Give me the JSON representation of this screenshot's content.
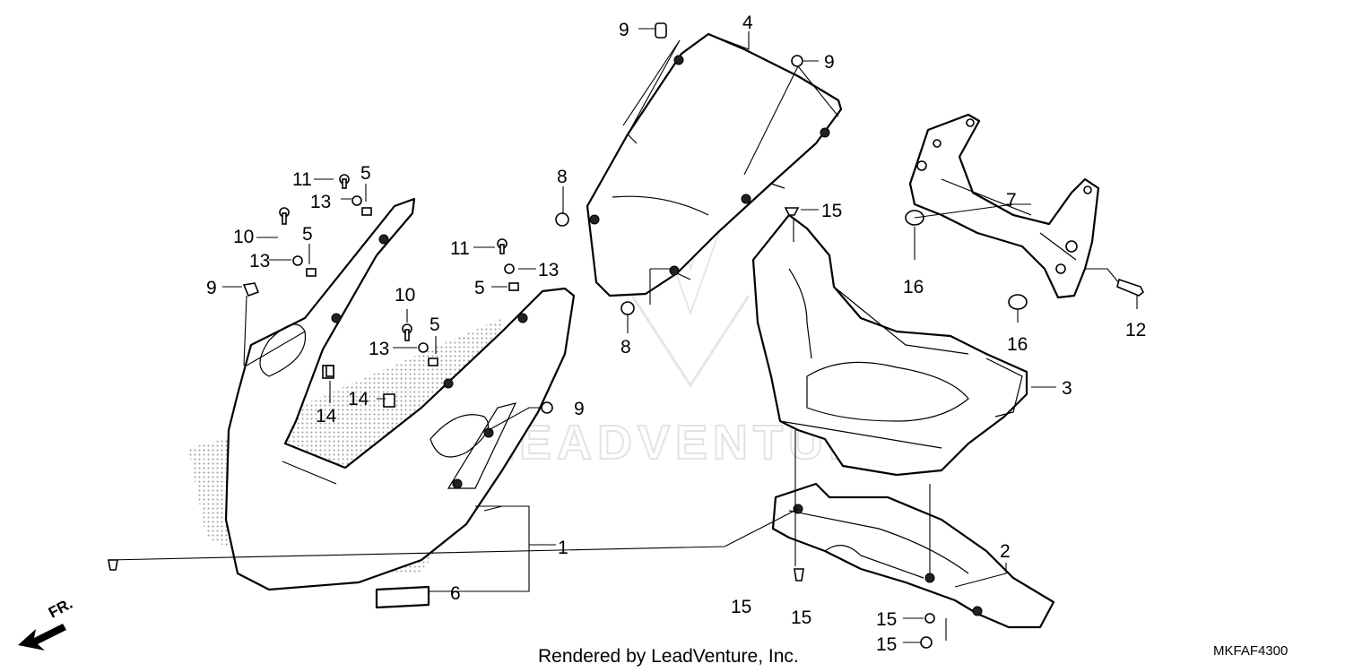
{
  "footer": {
    "rendered_by": "Rendered by LeadVenture, Inc.",
    "diagram_code": "MKFAF4300"
  },
  "direction": {
    "label": "FR."
  },
  "watermark": {
    "text": "LEADVENTURE"
  },
  "labels": {
    "l1": "1",
    "l2": "2",
    "l3": "3",
    "l4": "4",
    "l5a": "5",
    "l5b": "5",
    "l5c": "5",
    "l5d": "5",
    "l6": "6",
    "l7": "7",
    "l8a": "8",
    "l8b": "8",
    "l9a": "9",
    "l9b": "9",
    "l9c": "9",
    "l9d": "9",
    "l10a": "10",
    "l10b": "10",
    "l11a": "11",
    "l11b": "11",
    "l12": "12",
    "l13a": "13",
    "l13b": "13",
    "l13c": "13",
    "l13d": "13",
    "l14a": "14",
    "l14b": "14",
    "l15a": "15",
    "l15b": "15",
    "l15c": "15",
    "l15d": "15",
    "l15e": "15",
    "l16a": "16",
    "l16b": "16"
  }
}
